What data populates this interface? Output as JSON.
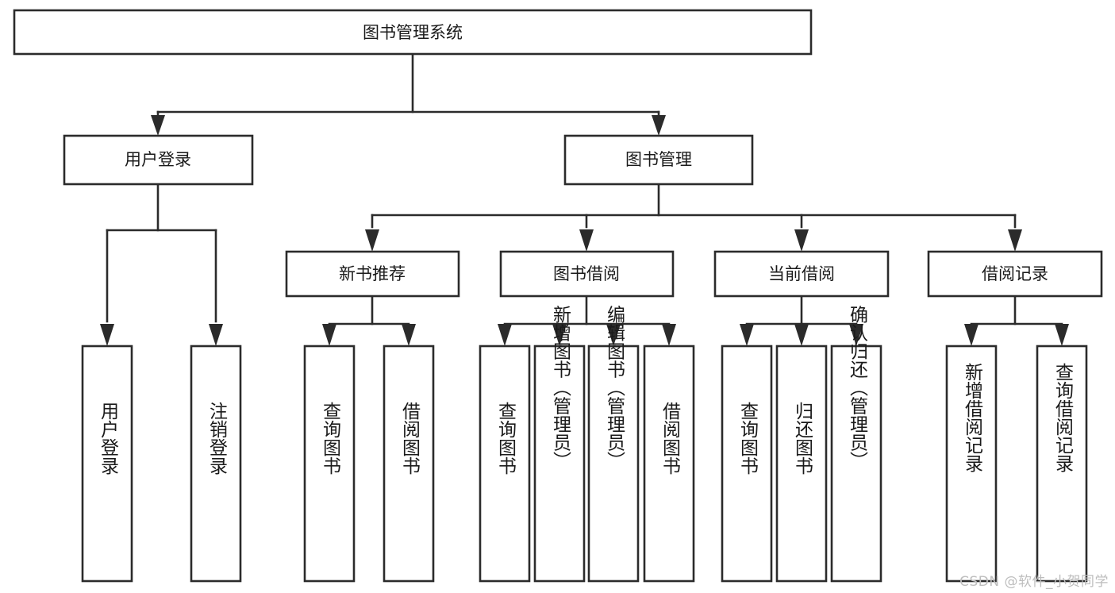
{
  "diagram": {
    "title": "图书管理系统",
    "type": "tree-hierarchy-flowchart",
    "orientation": "top-down",
    "colors": {
      "box_fill": "#ffffff",
      "box_stroke": "#2b2b2b",
      "text": "#1a1a1a",
      "background": "#ffffff",
      "watermark": "#bdbdbd"
    },
    "levels": {
      "level1": {
        "nodes": [
          {
            "id": "root",
            "label": "图书管理系统",
            "orientation": "horizontal"
          }
        ]
      },
      "level2": {
        "nodes": [
          {
            "id": "user-login",
            "label": "用户登录",
            "orientation": "horizontal"
          },
          {
            "id": "book-manage",
            "label": "图书管理",
            "orientation": "horizontal"
          }
        ]
      },
      "level3": {
        "nodes": [
          {
            "id": "new-book-recommend",
            "label": "新书推荐",
            "orientation": "horizontal"
          },
          {
            "id": "book-borrow",
            "label": "图书借阅",
            "orientation": "horizontal"
          },
          {
            "id": "current-borrow",
            "label": "当前借阅",
            "orientation": "horizontal"
          },
          {
            "id": "borrow-record",
            "label": "借阅记录",
            "orientation": "horizontal"
          }
        ]
      },
      "level4": {
        "nodes": [
          {
            "id": "leaf-user-login",
            "label": "用户登录",
            "orientation": "vertical",
            "parent": "user-login"
          },
          {
            "id": "leaf-logout-login",
            "label": "注销登录",
            "orientation": "vertical",
            "parent": "user-login"
          },
          {
            "id": "leaf-query-book-1",
            "label": "查询图书",
            "orientation": "vertical",
            "parent": "new-book-recommend"
          },
          {
            "id": "leaf-borrow-book-1",
            "label": "借阅图书",
            "orientation": "vertical",
            "parent": "new-book-recommend"
          },
          {
            "id": "leaf-query-book-2",
            "label": "查询图书",
            "orientation": "vertical",
            "parent": "book-borrow"
          },
          {
            "id": "leaf-add-book",
            "label": "新增图书（管理员）",
            "orientation": "vertical",
            "parent": "book-borrow"
          },
          {
            "id": "leaf-edit-book",
            "label": "编辑图书（管理员）",
            "orientation": "vertical",
            "parent": "book-borrow"
          },
          {
            "id": "leaf-borrow-book-2",
            "label": "借阅图书",
            "orientation": "vertical",
            "parent": "book-borrow"
          },
          {
            "id": "leaf-query-book-3",
            "label": "查询图书",
            "orientation": "vertical",
            "parent": "current-borrow"
          },
          {
            "id": "leaf-return-book",
            "label": "归还图书",
            "orientation": "vertical",
            "parent": "current-borrow"
          },
          {
            "id": "leaf-confirm-return",
            "label": "确认归还（管理员）",
            "orientation": "vertical",
            "parent": "current-borrow"
          },
          {
            "id": "leaf-add-record",
            "label": "新增借阅记录",
            "orientation": "vertical",
            "parent": "borrow-record"
          },
          {
            "id": "leaf-query-record",
            "label": "查询借阅记录",
            "orientation": "vertical",
            "parent": "borrow-record"
          }
        ]
      }
    },
    "watermark": "CSDN @软件_小贺同学"
  }
}
